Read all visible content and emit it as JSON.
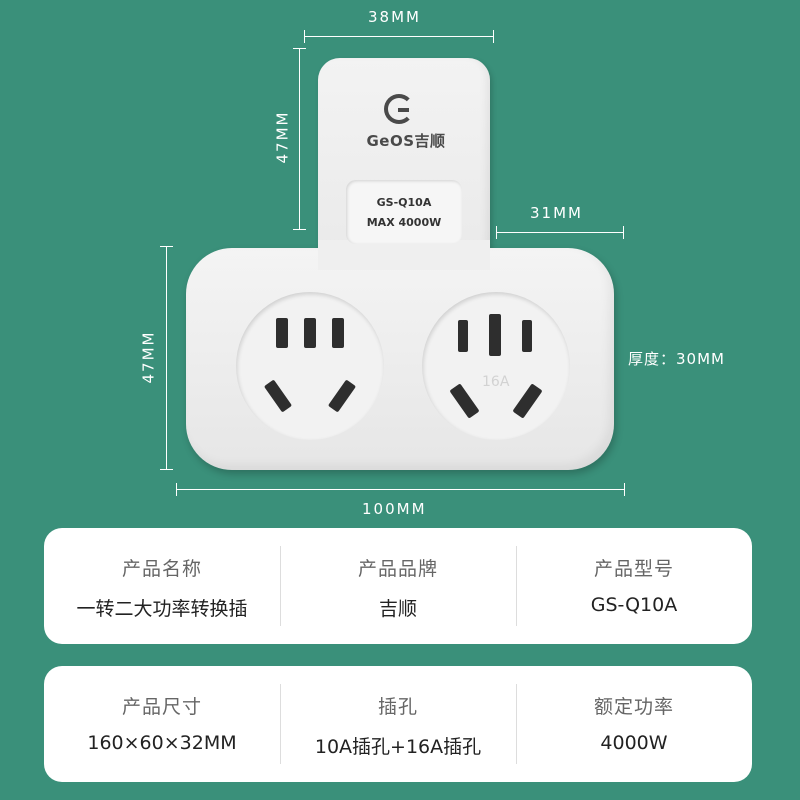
{
  "dimensions": {
    "top_width": "38MM",
    "top_height": "47MM",
    "side_width": "31MM",
    "body_height": "47MM",
    "total_width": "100MM",
    "thickness": "厚度：30MM"
  },
  "product_print": {
    "brand_logo": "GeOS吉顺",
    "model_line1": "GS-Q10A",
    "model_line2": "MAX 4000W",
    "socket_mark": "16A"
  },
  "specs": {
    "row1": [
      {
        "label": "产品名称",
        "value": "一转二大功率转换插"
      },
      {
        "label": "产品品牌",
        "value": "吉顺"
      },
      {
        "label": "产品型号",
        "value": "GS-Q10A"
      }
    ],
    "row2": [
      {
        "label": "产品尺寸",
        "value": "160×60×32MM"
      },
      {
        "label": "插孔",
        "value": "10A插孔+16A插孔"
      },
      {
        "label": "额定功率",
        "value": "4000W"
      }
    ]
  },
  "colors": {
    "background": "#3a907a",
    "card": "#ffffff"
  }
}
